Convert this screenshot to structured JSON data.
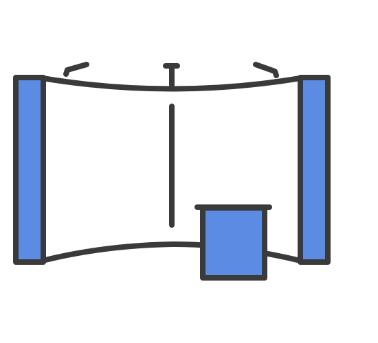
{
  "illustration": {
    "icon": "exhibition-booth-icon",
    "colors": {
      "outline": "#3a3a3a",
      "fill_panel": "#5b8be3",
      "background": "#ffffff"
    },
    "parts": {
      "left_panel": "side-panel",
      "right_panel": "side-panel",
      "backdrop": "curved-backdrop",
      "counter": "display-counter",
      "center_pole": "center-pole",
      "top_brackets": "top-brackets"
    }
  }
}
